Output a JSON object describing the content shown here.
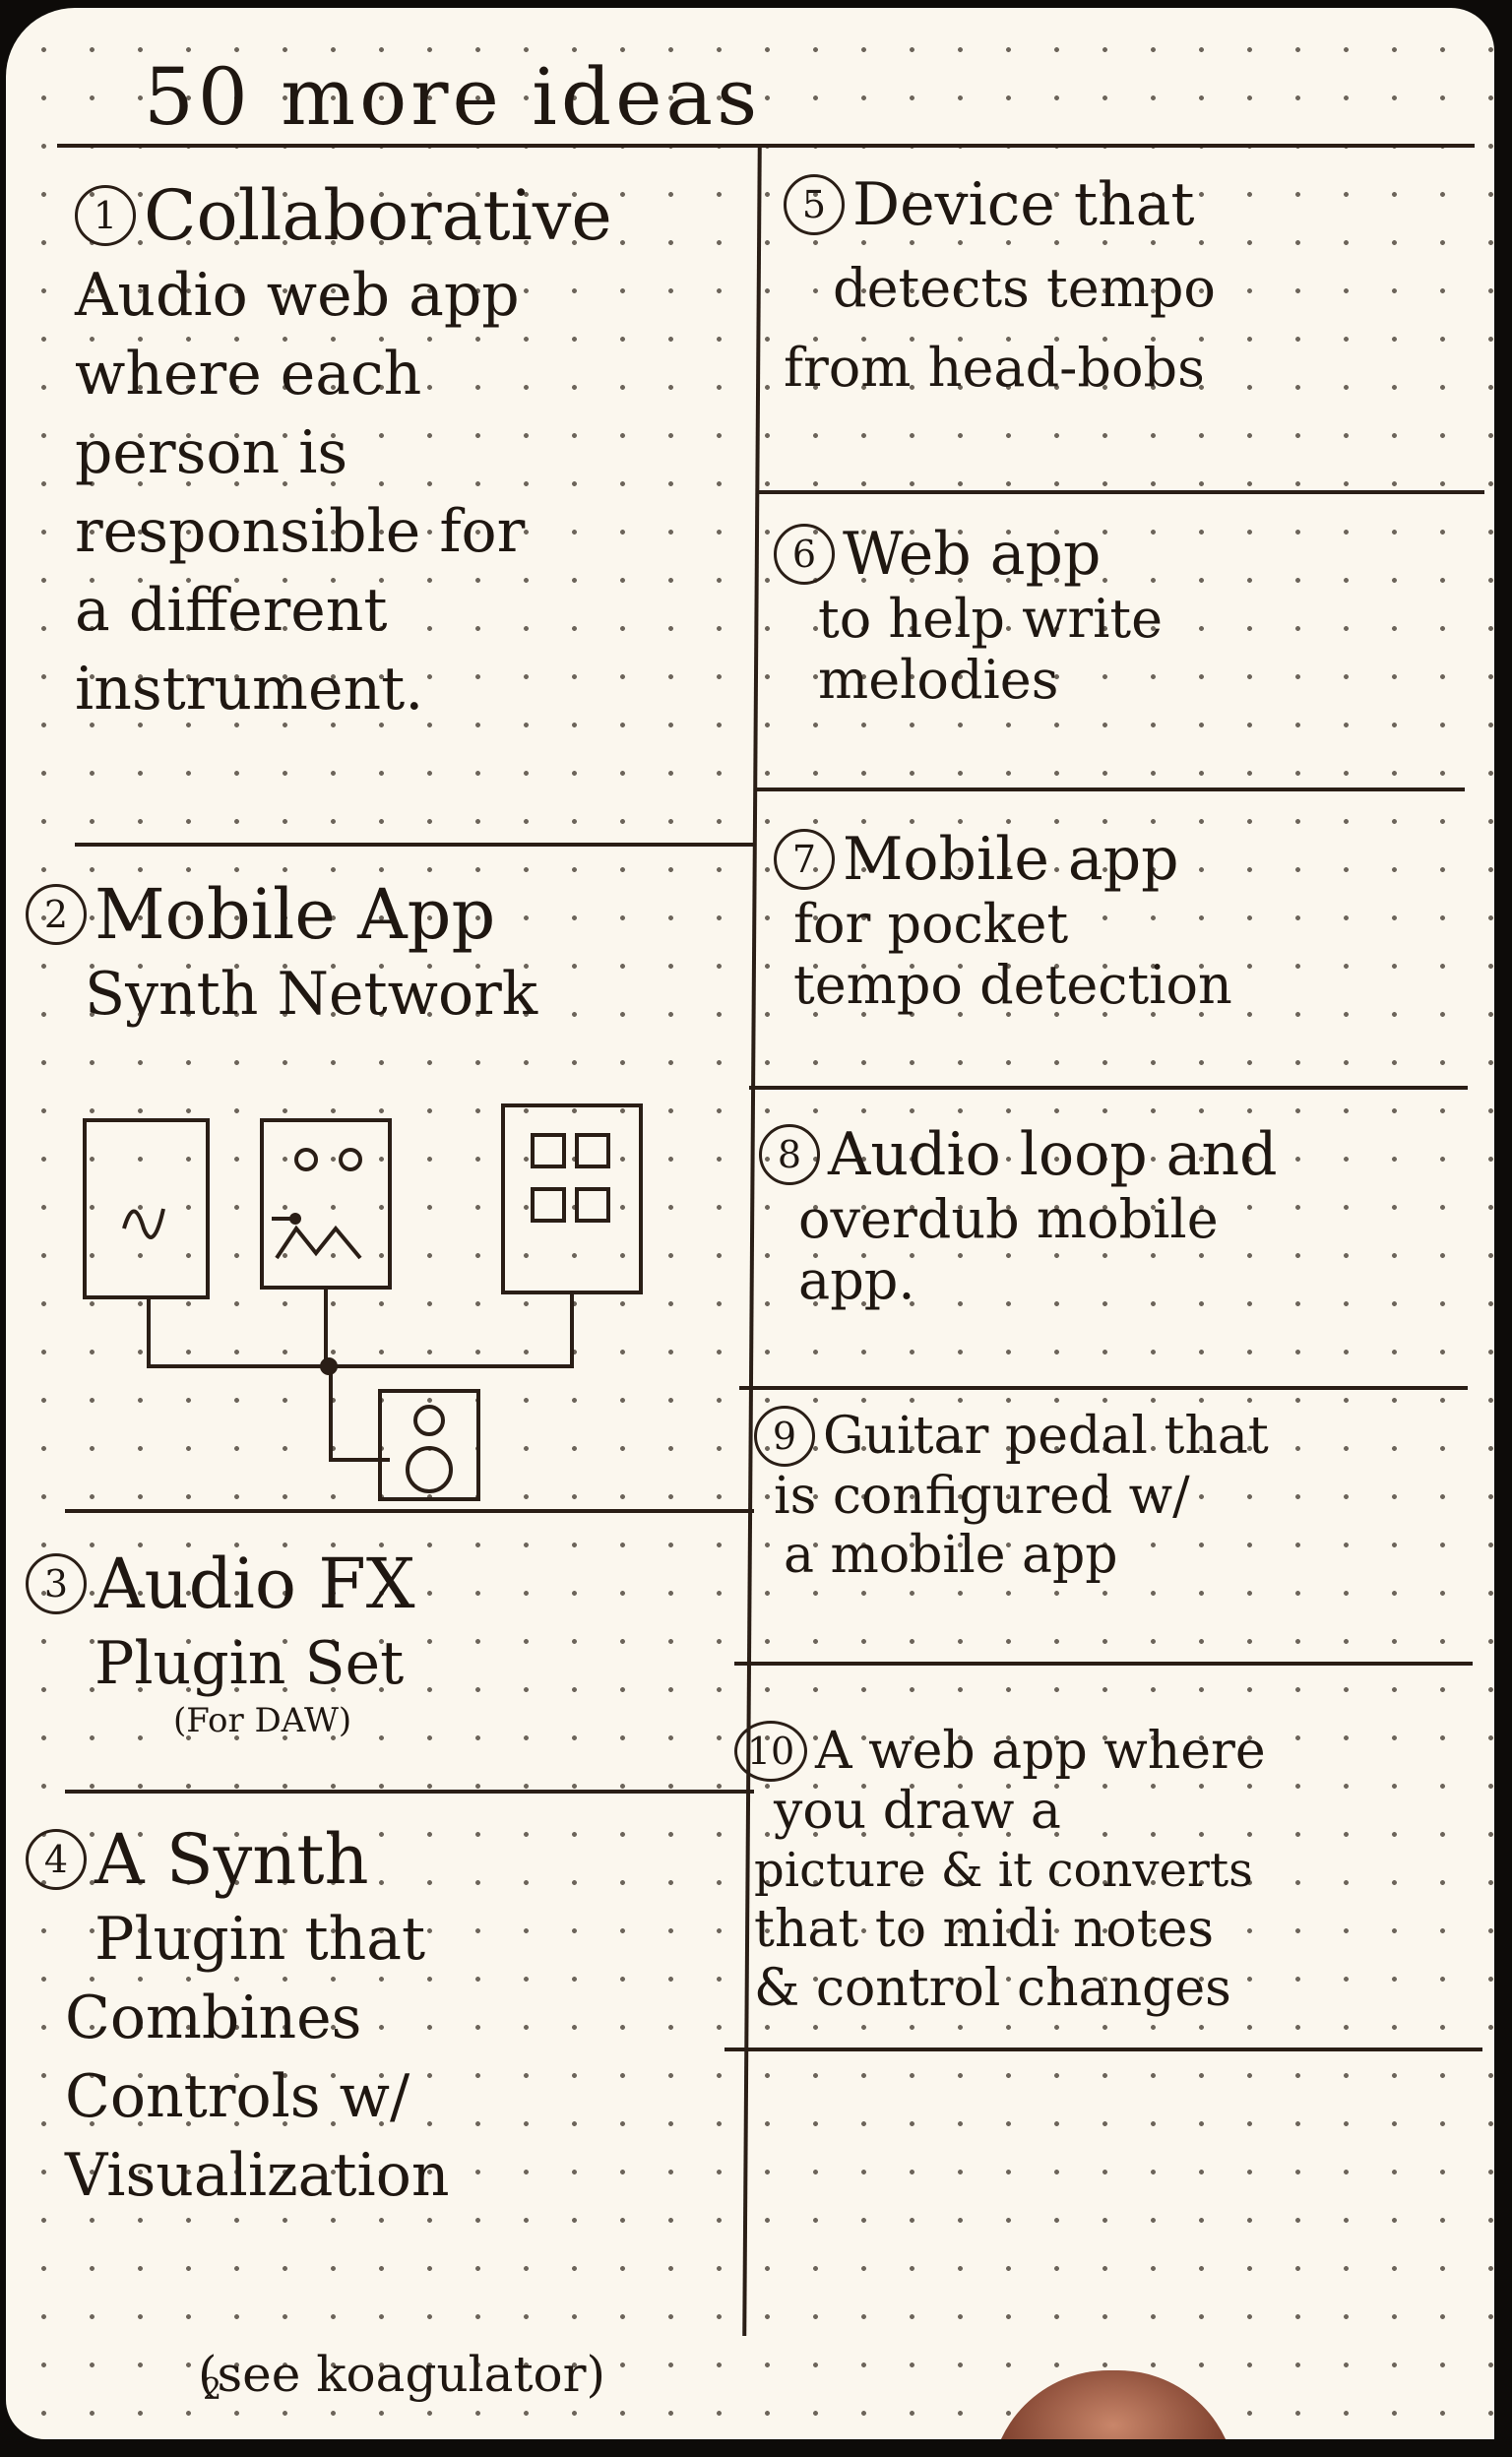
{
  "header": "50 more ideas",
  "ideas": [
    {
      "num": "1",
      "title": "Collaborative",
      "body": [
        "Audio web app",
        "where each",
        "person is",
        "responsible for",
        "a different",
        "instrument."
      ]
    },
    {
      "num": "2",
      "title": "Mobile App",
      "body": [
        "Synth Network"
      ]
    },
    {
      "num": "3",
      "title": "Audio FX",
      "body": [
        "Plugin Set"
      ],
      "sub": "(For DAW)"
    },
    {
      "num": "4",
      "title": "A Synth",
      "body": [
        "Plugin that",
        "Combines",
        "Controls w/",
        "Visualization"
      ],
      "note": "(see koagulator)"
    },
    {
      "num": "5",
      "title": "Device that",
      "body": [
        "detects tempo",
        "from head-bobs"
      ]
    },
    {
      "num": "6",
      "title": "Web app",
      "body": [
        "to help write",
        "melodies"
      ]
    },
    {
      "num": "7",
      "title": "Mobile app",
      "body": [
        "for pocket",
        "tempo detection"
      ]
    },
    {
      "num": "8",
      "title": "Audio loop and",
      "body": [
        "overdub mobile",
        "app."
      ]
    },
    {
      "num": "9",
      "title": "Guitar pedal that",
      "body": [
        "is configured w/",
        "a mobile app"
      ]
    },
    {
      "num": "10",
      "title": "A web app where",
      "body": [
        "you draw a",
        "picture & it converts",
        "that to midi notes",
        "& control changes"
      ]
    }
  ],
  "page_number": "2",
  "sketch": {
    "icons": [
      "phone-wave-icon",
      "phone-synth-icon",
      "phone-pads-icon",
      "speaker-icon"
    ]
  }
}
